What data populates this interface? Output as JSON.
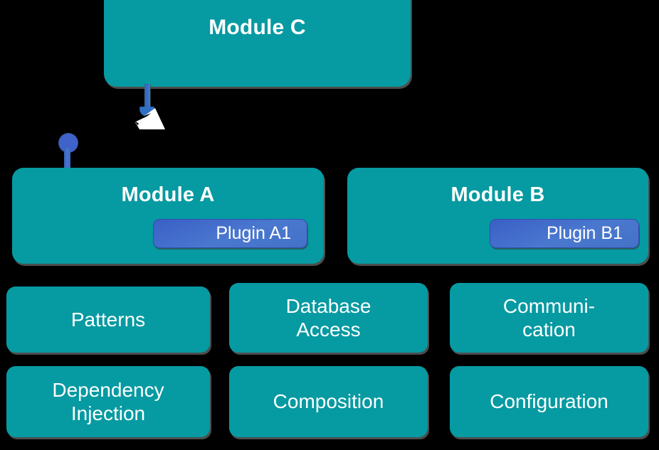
{
  "diagram": {
    "title": "Module architecture diagram",
    "background_color": "#000000",
    "node_color": "#069aa2",
    "plugin_color": "#4472c8",
    "connector_color": "#3f7fd0",
    "text_color": "#ffffff"
  },
  "modules": [
    {
      "id": "module-c",
      "label": "Module C"
    },
    {
      "id": "module-a",
      "label": "Module A"
    },
    {
      "id": "module-b",
      "label": "Module B"
    }
  ],
  "plugins": [
    {
      "id": "plugin-a1",
      "label": "Plugin A1",
      "parent": "module-a"
    },
    {
      "id": "plugin-b1",
      "label": "Plugin B1",
      "parent": "module-b"
    }
  ],
  "tiles": [
    {
      "id": "tile-patterns",
      "label": "Patterns"
    },
    {
      "id": "tile-database",
      "label": "Database\nAccess"
    },
    {
      "id": "tile-communication",
      "label": "Communi-\ncation"
    },
    {
      "id": "tile-dependency",
      "label": "Dependency\nInjection"
    },
    {
      "id": "tile-composition",
      "label": "Composition"
    },
    {
      "id": "tile-configuration",
      "label": "Configuration"
    }
  ],
  "connectors": [
    {
      "id": "connector-c",
      "from": "module-c",
      "style": "vertical-link"
    },
    {
      "id": "connector-a",
      "from": "handle-a",
      "to": "module-a",
      "style": "vertical-link"
    }
  ],
  "overlay": {
    "cursor_icon": "mouse-pointer-icon",
    "handle_icon": "connector-handle-icon",
    "faint_text": ""
  }
}
